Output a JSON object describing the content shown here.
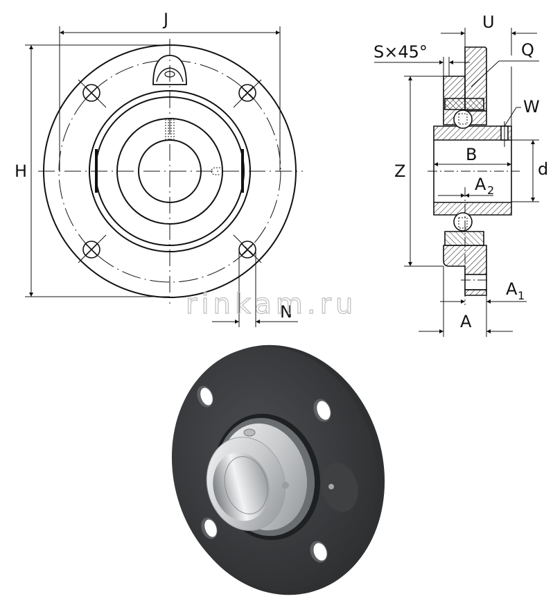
{
  "drawing": {
    "front_view": {
      "labels": {
        "J": "J",
        "H": "H",
        "N": "N"
      }
    },
    "section_view": {
      "labels": {
        "U": "U",
        "S45": "S×45°",
        "Q": "Q",
        "W": "W",
        "Z": "Z",
        "B": "B",
        "d": "d",
        "A2": "A",
        "A2_sub": "2",
        "A1": "A",
        "A1_sub": "1",
        "A": "A"
      }
    },
    "watermark": "rinkam.ru",
    "product_image": {
      "description": "4-bolt round flange bearing unit, dark grey cast housing with stainless insert bearing"
    },
    "colors": {
      "line": "#111111",
      "housing": "#3a3b3d",
      "housing_light": "#55575a",
      "steel": "#d8dadc",
      "watermark_outline": "#bdbdbd"
    }
  }
}
